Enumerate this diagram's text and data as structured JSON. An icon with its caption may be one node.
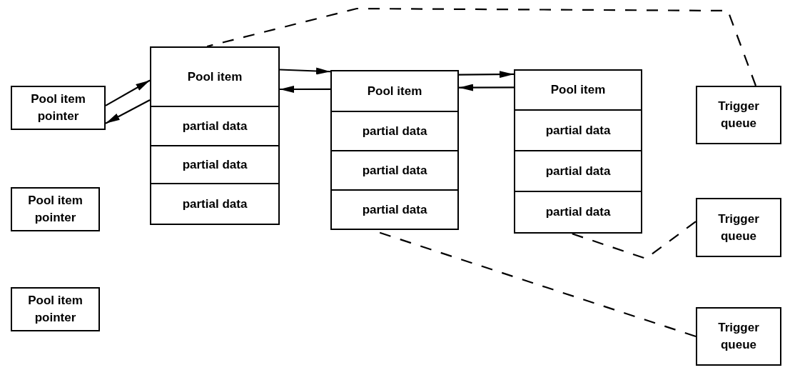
{
  "diagram": {
    "nodes": [
      {
        "text": [
          "Pool item pointer"
        ]
      },
      {
        "text": [
          "Pool item"
        ]
      },
      {
        "text": [
          "partial data"
        ],
        "in": 1
      },
      {
        "text": [
          "partial data"
        ],
        "in": 1
      },
      {
        "text": [
          "partial data"
        ],
        "in": 1
      },
      {
        "text": [
          "Pool item"
        ]
      },
      {
        "text": [
          "partial data"
        ],
        "in": 5
      },
      {
        "text": [
          "partial data"
        ],
        "in": 5
      },
      {
        "text": [
          "partial data"
        ],
        "in": 5
      },
      {
        "text": [
          "Pool item"
        ]
      },
      {
        "text": [
          "partial data"
        ],
        "in": 9
      },
      {
        "text": [
          "partial data"
        ],
        "in": 9
      },
      {
        "text": [
          "partial data"
        ],
        "in": 9
      },
      {
        "text": [
          "Trigger queue"
        ]
      },
      {
        "text": [
          "Pool item pointer"
        ]
      },
      {
        "text": [
          "Trigger queue"
        ]
      },
      {
        "text": [
          "Pool item pointer"
        ]
      },
      {
        "text": [
          "Trigger queue"
        ]
      }
    ],
    "edges": [
      {
        "from": 0,
        "to": 1,
        "arrow": "to"
      },
      {
        "from": 1,
        "to": 0,
        "arrow": "to"
      },
      {
        "from": 1,
        "to": 5,
        "arrow": "to"
      },
      {
        "from": 5,
        "to": 1,
        "arrow": "to"
      },
      {
        "from": 5,
        "to": 9,
        "arrow": "to"
      },
      {
        "from": 9,
        "to": 5,
        "arrow": "to"
      },
      {
        "from": 13,
        "to": 1,
        "arrow": "none",
        "style": "dashed"
      },
      {
        "from": 15,
        "to": 12,
        "arrow": "none",
        "style": "dashed"
      },
      {
        "from": 17,
        "to": 8,
        "arrow": "none",
        "style": "dashed"
      }
    ]
  }
}
